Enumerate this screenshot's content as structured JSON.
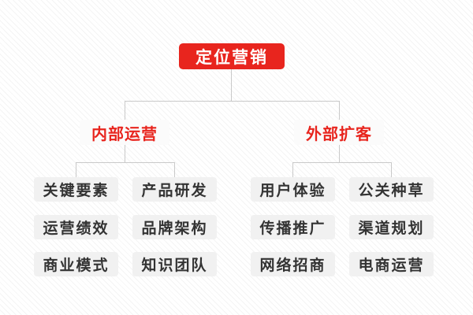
{
  "diagram": {
    "root": {
      "label": "定位营销"
    },
    "branches": [
      {
        "label": "内部运营",
        "leaves": [
          "关键要素",
          "产品研发",
          "运营绩效",
          "品牌架构",
          "商业模式",
          "知识团队"
        ]
      },
      {
        "label": "外部扩客",
        "leaves": [
          "用户体验",
          "公关种草",
          "传播推广",
          "渠道规划",
          "网络招商",
          "电商运营"
        ]
      }
    ]
  },
  "colors": {
    "accent_red": "#e8251e",
    "root_text": "#ffffff",
    "leaf_text": "#333333",
    "leaf_bg": "#f1f1f1",
    "branch_bg": "#fbfbfb",
    "connector": "#c9c9c9",
    "background_stripe": "#f4f4f4"
  }
}
